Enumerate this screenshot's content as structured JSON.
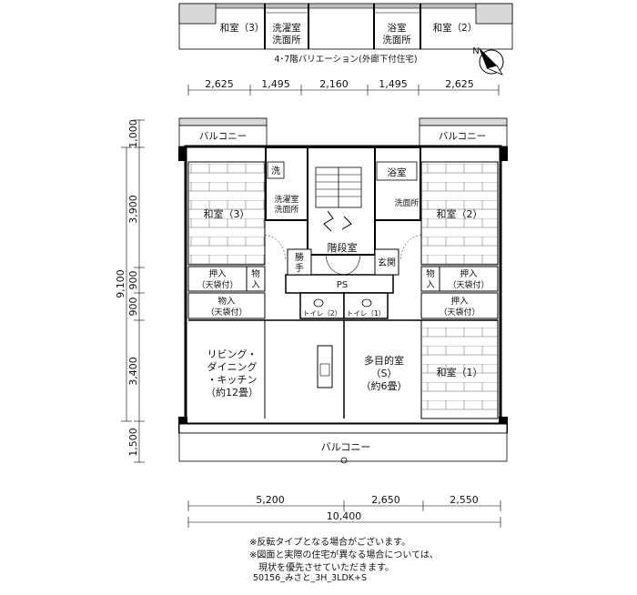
{
  "top_variation": {
    "rooms": [
      "和室（3）",
      "洗濯室",
      "洗面所",
      "浴室",
      "洗面所",
      "和室（2）"
    ],
    "caption": "4･7階バリエーション(外廊下付住宅)"
  },
  "compass": {
    "label": "N"
  },
  "dimensions": {
    "top": [
      "2,625",
      "1,495",
      "2,160",
      "1,495",
      "2,625"
    ],
    "left": [
      "1,000",
      "3,900",
      "900",
      "900",
      "3,400",
      "1,500"
    ],
    "left_total": "9,100",
    "bottom": [
      "5,200",
      "2,650",
      "2,550"
    ],
    "bottom_total": "10,400"
  },
  "rooms": {
    "balcony_left": "バルコニー",
    "balcony_right": "バルコニー",
    "wash": "洗",
    "laundry_l1": "洗濯室",
    "laundry_l2": "洗面所",
    "bath": "浴室",
    "washroom_right": "洗面所",
    "washitsu3": "和室（3）",
    "washitsu2": "和室（2）",
    "stairs": "階段室",
    "kitchen_small_l1": "勝",
    "kitchen_small_l2": "手",
    "entrance": "玄関",
    "oshiire_l1": "押入",
    "oshiire_l2": "（天袋付）",
    "mono": "物",
    "mono_l2": "入",
    "mono_r": "物",
    "mono_r_l2": "入",
    "oshiire_r_l1": "押入",
    "oshiire_r_l2": "（天袋付）",
    "ps": "PS",
    "monoire_l1": "物入",
    "monoire_l2": "（天袋付）",
    "toilet2": "トイレ（2）",
    "toilet1": "トイレ（1）",
    "oshiire_r2_l1": "押入",
    "oshiire_r2_l2": "（天袋付）",
    "ldk_l1": "リビング・",
    "ldk_l2": "ダイニング",
    "ldk_l3": "・キッチン",
    "ldk_l4": "（約12畳）",
    "multi_l1": "多目的室",
    "multi_l2": "（S）",
    "multi_l3": "（約6畳）",
    "washitsu1": "和室（1）",
    "balcony_bottom": "バルコニー"
  },
  "notes": [
    "※反転タイプとなる場合がございます。",
    "※図面と実際の住宅が異なる場合については、",
    "　現状を優先させていただきます。"
  ],
  "code": "50156_みさと_3H_3LDK+S"
}
